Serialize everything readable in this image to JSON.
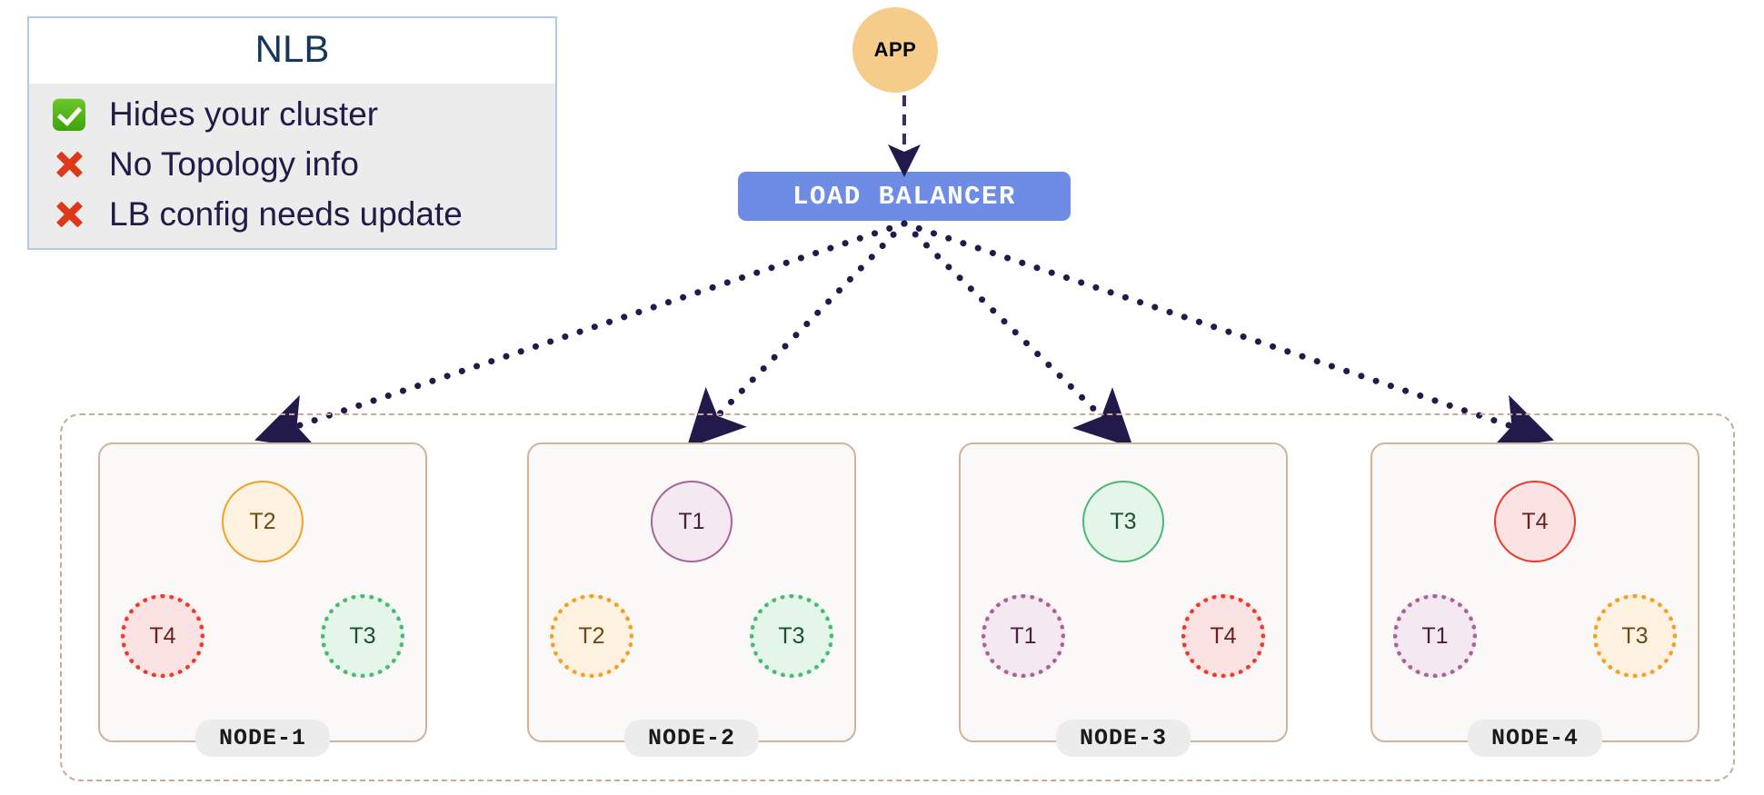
{
  "legend": {
    "title": "NLB",
    "items": [
      {
        "icon": "check-icon",
        "mark": "check",
        "text": "Hides your cluster"
      },
      {
        "icon": "cross-icon",
        "mark": "cross",
        "text": "No Topology info"
      },
      {
        "icon": "cross-icon",
        "mark": "cross",
        "text": "LB config needs update"
      }
    ]
  },
  "app": {
    "label": "APP"
  },
  "load_balancer": {
    "label": "LOAD  BALANCER"
  },
  "cluster": {
    "nodes": [
      {
        "label": "NODE-1",
        "primary": {
          "label": "T2",
          "color": "orange"
        },
        "replicas": [
          {
            "label": "T4",
            "color": "red"
          },
          {
            "label": "T3",
            "color": "green"
          }
        ]
      },
      {
        "label": "NODE-2",
        "primary": {
          "label": "T1",
          "color": "purple"
        },
        "replicas": [
          {
            "label": "T2",
            "color": "orange"
          },
          {
            "label": "T3",
            "color": "green"
          }
        ]
      },
      {
        "label": "NODE-3",
        "primary": {
          "label": "T3",
          "color": "green"
        },
        "replicas": [
          {
            "label": "T1",
            "color": "purple"
          },
          {
            "label": "T4",
            "color": "red"
          }
        ]
      },
      {
        "label": "NODE-4",
        "primary": {
          "label": "T4",
          "color": "red"
        },
        "replicas": [
          {
            "label": "T1",
            "color": "purple"
          },
          {
            "label": "T3",
            "color": "orange"
          }
        ]
      }
    ]
  },
  "colors": {
    "app_fill": "#f5cc8a",
    "lb_fill": "#6e8ce4",
    "arrow": "#221a4a",
    "cluster_border": "#c8aa94",
    "node_border": "#cdb49f",
    "legend_border": "#aecbea",
    "legend_text": "#241a47",
    "check_green": "#4fb314",
    "cross_red": "#dd3817"
  }
}
